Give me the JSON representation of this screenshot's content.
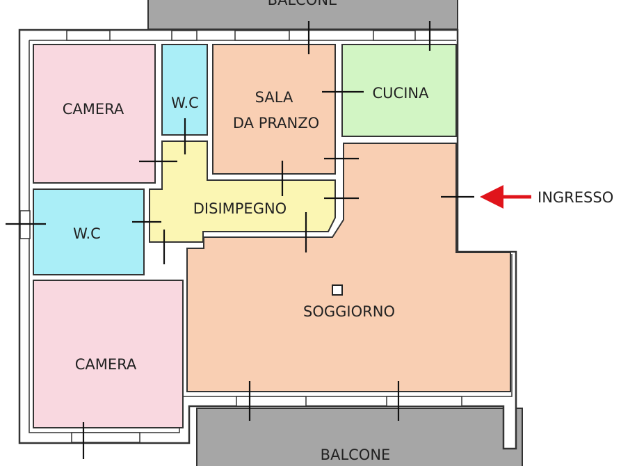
{
  "rooms": {
    "balcony_top": {
      "label": "BALCONE",
      "color": "#a6a6a6"
    },
    "camera_top": {
      "label": "CAMERA",
      "color": "#f9d8e0"
    },
    "wc_top": {
      "label": "W.C",
      "color": "#aaeef7"
    },
    "sala": {
      "label_line1": "SALA",
      "label_line2": "DA PRANZO",
      "color": "#f9cfb3"
    },
    "cucina": {
      "label": "CUCINA",
      "color": "#d2f5c4"
    },
    "disimpegno": {
      "label": "DISIMPEGNO",
      "color": "#fbf6b3"
    },
    "wc_left": {
      "label": "W.C",
      "color": "#aaeef7"
    },
    "soggiorno": {
      "label": "SOGGIORNO",
      "color": "#f9cfb3"
    },
    "camera_bottom": {
      "label": "CAMERA",
      "color": "#f9d8e0"
    },
    "balcony_bottom": {
      "label": "BALCONE",
      "color": "#a6a6a6"
    }
  },
  "entrance": {
    "label": "INGRESSO",
    "arrow_color": "#e0141b"
  }
}
